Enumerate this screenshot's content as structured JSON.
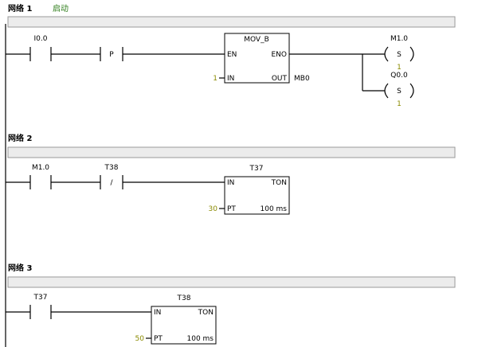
{
  "networks": [
    {
      "title": "网络 1",
      "comment": "启动",
      "contact1": {
        "addr": "I0.0"
      },
      "edge": {
        "symbol": "P"
      },
      "block": {
        "name": "MOV_B",
        "pins": {
          "en": "EN",
          "eno": "ENO",
          "in": "IN",
          "out": "OUT"
        },
        "in_value": "1",
        "out_addr": "MB0"
      },
      "coils": [
        {
          "addr": "M1.0",
          "op": "S",
          "count": "1"
        },
        {
          "addr": "Q0.0",
          "op": "S",
          "count": "1"
        }
      ]
    },
    {
      "title": "网络 2",
      "comment": "",
      "contact1": {
        "addr": "M1.0"
      },
      "contact2": {
        "addr": "T38",
        "symbol": "/"
      },
      "timer": {
        "addr": "T37",
        "type": "TON",
        "pins": {
          "in": "IN",
          "pt": "PT"
        },
        "preset": "30",
        "base": "100 ms"
      }
    },
    {
      "title": "网络 3",
      "comment": "",
      "contact1": {
        "addr": "T37"
      },
      "timer": {
        "addr": "T38",
        "type": "TON",
        "pins": {
          "in": "IN",
          "pt": "PT"
        },
        "preset": "50",
        "base": "100 ms"
      }
    }
  ]
}
